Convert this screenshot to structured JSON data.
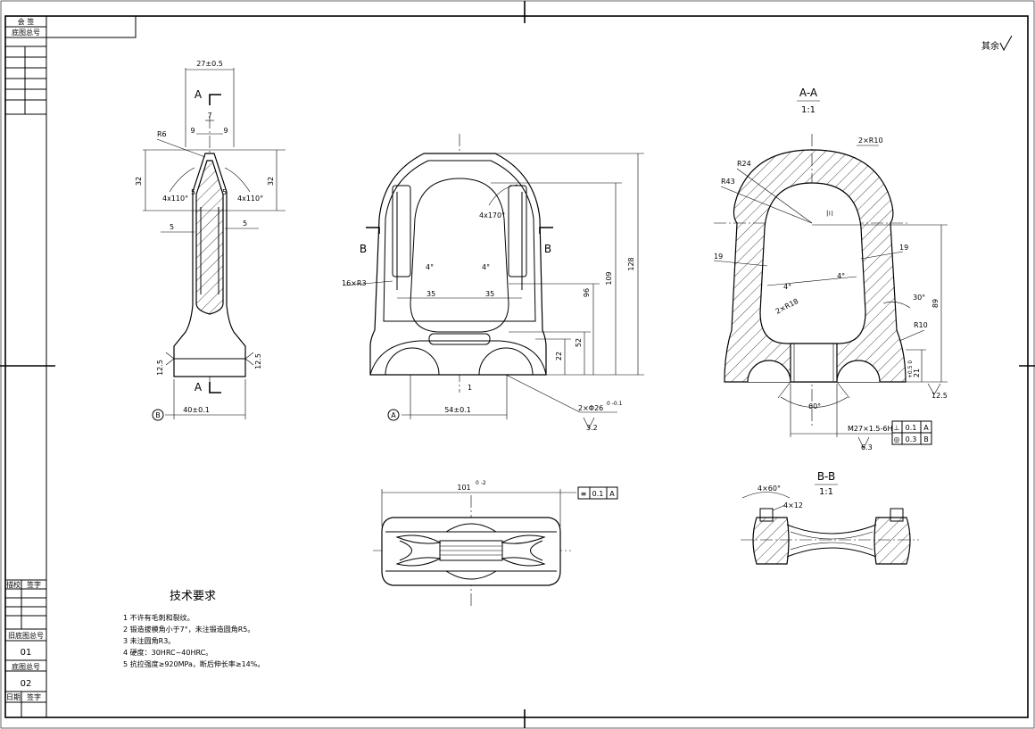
{
  "title_block": {
    "top_left": [
      "会 签",
      "底图总号"
    ],
    "bottom_left": [
      "描校",
      "签字",
      "旧底图总号",
      "01",
      "底图总号",
      "02",
      "日期",
      "签字"
    ]
  },
  "roughness_note": "其余",
  "front_view": {
    "dims": {
      "top_width": "27±0.5",
      "slot_width": "7",
      "left_9": "9",
      "right_9": "9",
      "r6": "R6",
      "h_left": "32",
      "h_right": "32",
      "ang_left": "4x110°",
      "ang_right": "4x110°",
      "left_5": "5",
      "right_5": "5",
      "inner_5a": "5",
      "inner_5b": "5",
      "rough_left": "12.5",
      "rough_right": "12.5",
      "base_width": "40±0.1",
      "datum": "B"
    },
    "section_labels": [
      "A",
      "A"
    ]
  },
  "side_view": {
    "dims": {
      "angle_top": "4x170°",
      "r3": "16×R3",
      "draft_left": "4°",
      "draft_right": "4°",
      "w_left": "35",
      "w_right": "35",
      "h128": "128",
      "h109": "109",
      "h96": "96",
      "h52": "52",
      "h22": "22",
      "hole_spacing": "54±0.1",
      "holes": "2×Φ26",
      "holes_tol": "0 -0.1",
      "rough": "3.2",
      "datum": "A",
      "small": "1"
    },
    "section_labels": [
      "B",
      "B"
    ]
  },
  "section_aa": {
    "title": "A-A",
    "scale": "1:1",
    "dims": {
      "r10_top": "2×R10",
      "r24": "R24",
      "r43": "R43",
      "left_19": "19",
      "right_19": "19",
      "draft_l": "4°",
      "draft_r": "4°",
      "r18": "2×R18",
      "ang30": "30°",
      "r10": "R10",
      "h89": "89",
      "h21": "21",
      "h21_tol": "+0.5 0",
      "rough": "12.5",
      "ang60": "60°",
      "thread": "M27×1.5-6H",
      "rough2": "6.3",
      "sym_mark": "三"
    },
    "tol_frames": [
      {
        "tol": "0.1",
        "ref": "A"
      },
      {
        "tol": "0.3",
        "ref": "B"
      }
    ]
  },
  "top_view": {
    "dims": {
      "length": "101",
      "length_tol": "0 -2"
    },
    "tol_frame": {
      "symbol": "≡",
      "tol": "0.1",
      "ref": "A"
    }
  },
  "section_bb": {
    "title": "B-B",
    "scale": "1:1",
    "dims": {
      "chamfer": "4×60°",
      "depth": "4×12"
    }
  },
  "tech_req": {
    "heading": "技术要求",
    "items": [
      "1  不许有毛刺和裂纹。",
      "2  锻造拔模角小于7°，未注锻造圆角R5。",
      "3  未注圆角R3。",
      "4  硬度：30HRC~40HRC。",
      "5  抗拉强度≥920MPa，断后伸长率≥14%。"
    ]
  }
}
